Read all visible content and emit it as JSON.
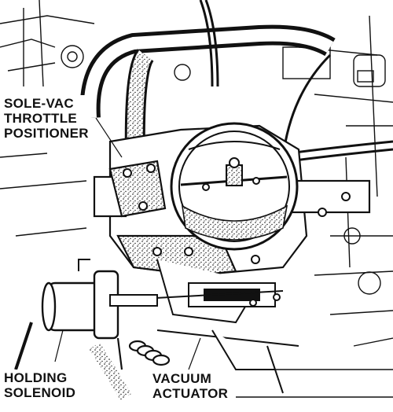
{
  "labels": {
    "sole_vac": {
      "line1": "SOLE-VAC",
      "line2": "THROTTLE",
      "line3": "POSITIONER"
    },
    "holding_solenoid": {
      "line1": "HOLDING",
      "line2": "SOLENOID"
    },
    "vacuum_actuator": {
      "line1": "VACUUM",
      "line2": "ACTUATOR"
    }
  },
  "colors": {
    "ink": "#111111",
    "paper": "#ffffff"
  }
}
